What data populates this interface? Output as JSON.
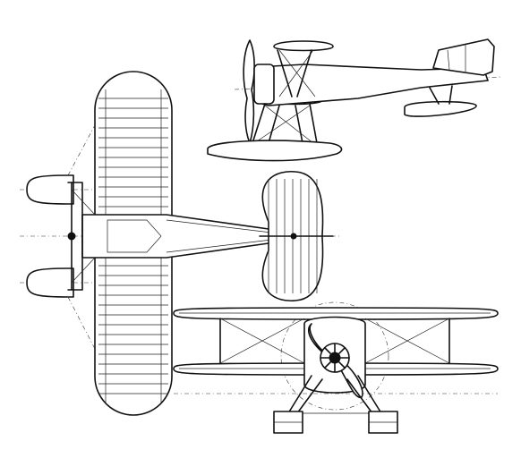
{
  "drawing": {
    "views": [
      "side-view",
      "top-view",
      "front-view"
    ],
    "colors": {
      "ink": "#111111",
      "paper": "#ffffff"
    }
  }
}
